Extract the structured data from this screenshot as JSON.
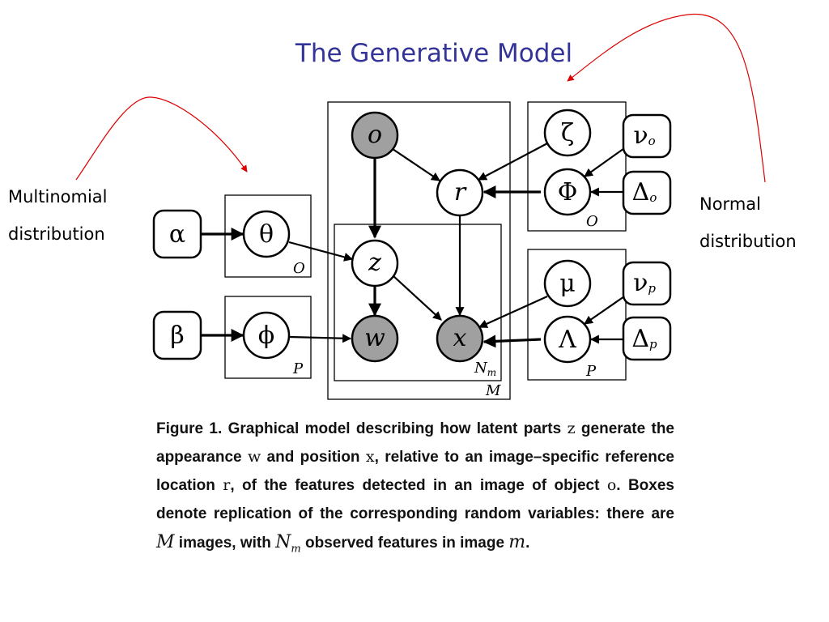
{
  "title": "The Generative Model",
  "left_annotation": {
    "line1": "Multinomial",
    "line2": "distribution"
  },
  "right_annotation": {
    "line1": "Normal",
    "line2": "distribution"
  },
  "nodes": {
    "alpha": "α",
    "theta": "θ",
    "beta": "β",
    "phi": "ϕ",
    "o": "o",
    "z": "z",
    "w": "w",
    "r": "r",
    "x": "x",
    "zeta": "ζ",
    "Phi": "Φ",
    "nu_o_main": "ν",
    "nu_o_sub": "o",
    "Delta_o_main": "Δ",
    "Delta_o_sub": "o",
    "mu": "μ",
    "Lambda": "Λ",
    "nu_p_main": "ν",
    "nu_p_sub": "p",
    "Delta_p_main": "Δ",
    "Delta_p_sub": "p"
  },
  "plates": {
    "theta_plate": "O",
    "phi_plate": "P",
    "outer_plate": "M",
    "inner_plate_main": "N",
    "inner_plate_sub": "m",
    "phi_Phi_plate": "O",
    "mu_Lambda_plate": "P"
  },
  "caption": {
    "s1": "Figure 1. Graphical model describing how latent parts ",
    "z": "z",
    "s2": " generate the appearance ",
    "w": "w",
    "s3": " and position ",
    "x": "x",
    "s4": ", relative to an image–specific reference location ",
    "r": "r",
    "s5": ", of the features detected in an image of object ",
    "o": "o",
    "s6": ".  Boxes denote replication of the corresponding random variables: there are ",
    "M": "M",
    "s7": " images, with ",
    "N": "N",
    "Nsub": "m",
    "s8": " observed features in image ",
    "m": "m",
    "s9": "."
  },
  "colors": {
    "title": "#333399",
    "annotation_arrow": "#dd0000",
    "observed_node_fill": "#a0a0a0",
    "hidden_node_fill": "#ffffff"
  }
}
